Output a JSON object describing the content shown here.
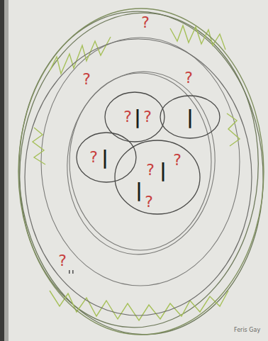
{
  "diagram": {
    "nodes": [
      {
        "text": [
          "?"
        ]
      },
      {
        "text": [
          "?",
          "?",
          "?"
        ],
        "in": 0
      },
      {
        "text": [
          "?",
          "|",
          "?"
        ],
        "in": 1
      },
      {
        "text": [
          "|"
        ],
        "in": 1
      },
      {
        "text": [
          "?",
          "|"
        ],
        "in": 1
      },
      {
        "text": [
          "?",
          "|",
          "?",
          "|",
          "?"
        ],
        "in": 1
      }
    ],
    "labels": [
      "Feris Gay"
    ]
  }
}
